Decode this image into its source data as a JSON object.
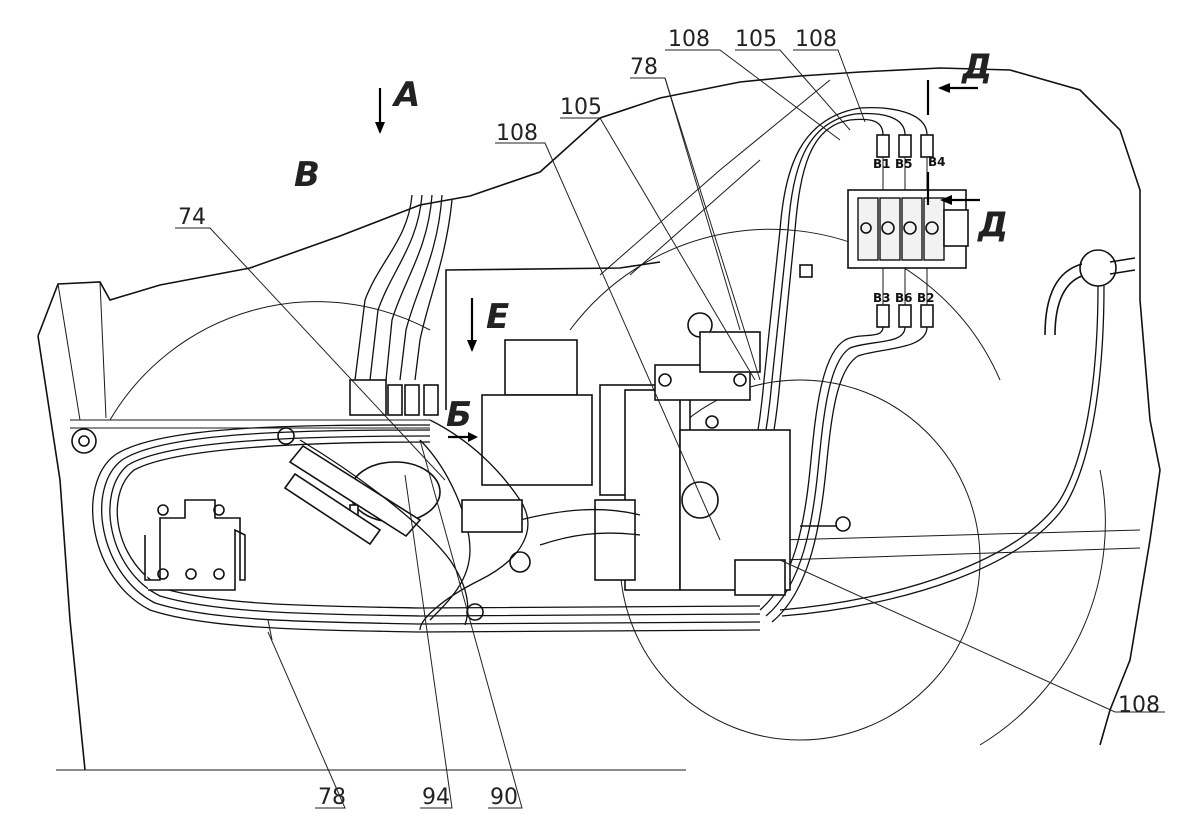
{
  "labels": {
    "pos_108_a": "108",
    "pos_105_a": "105",
    "pos_108_b": "108",
    "pos_78_top": "78",
    "pos_105_b": "105",
    "pos_108_c": "108",
    "pos_74": "74",
    "pos_108_right": "108",
    "pos_78_bottom": "78",
    "pos_94": "94",
    "pos_90": "90"
  },
  "view_letters": {
    "a": "А",
    "v": "В",
    "e": "Е",
    "b": "Б",
    "d_top": "Д",
    "d_right": "Д"
  },
  "ports": {
    "b1": "В1",
    "b5": "В5",
    "b4": "В4",
    "b3": "В3",
    "b6": "В6",
    "b2": "В2"
  }
}
